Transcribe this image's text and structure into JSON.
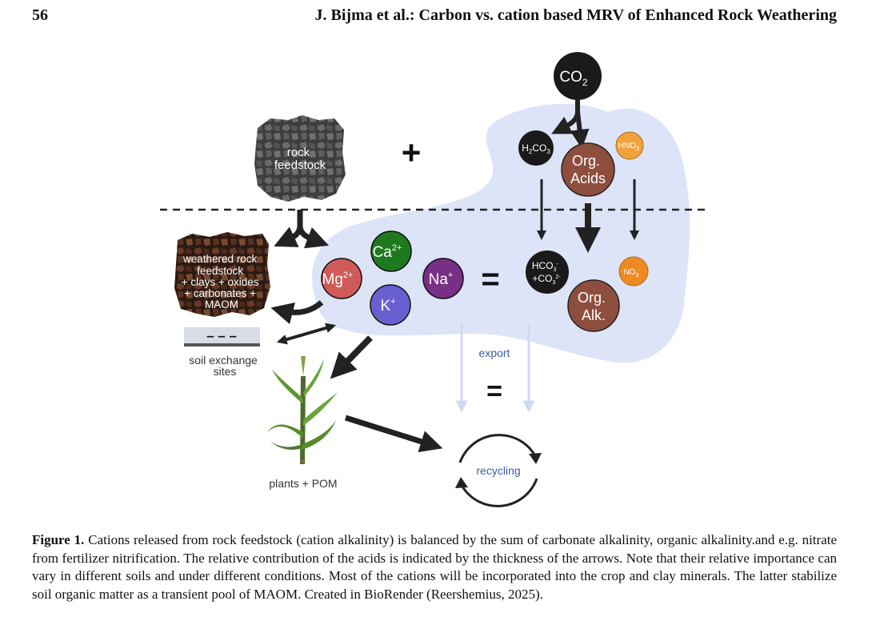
{
  "header": {
    "page_number": "56",
    "running_title": "J. Bijma et al.: Carbon vs. cation based MRV of Enhanced Rock Weathering"
  },
  "figure": {
    "co2": {
      "base": "CO",
      "sub": "2"
    },
    "rock_feedstock": [
      "rock",
      "feedstock"
    ],
    "plus_sign": "+",
    "weathered": [
      "weathered rock",
      "feedstock",
      "+ clays + oxides",
      "+ carbonates +",
      "MAOM"
    ],
    "soil_exchange": [
      "soil exchange",
      "sites"
    ],
    "exchange_charges": "–  –  –",
    "plants_label": "plants + POM",
    "h2co3": {
      "a": "H",
      "b": "2",
      "c": "CO",
      "d": "3"
    },
    "org_acids": [
      "Org.",
      "Acids"
    ],
    "hno3": {
      "a": "HNO",
      "b": "3"
    },
    "ca": {
      "base": "Ca",
      "sup": "2+"
    },
    "mg": {
      "base": "Mg",
      "sup": "2+"
    },
    "na": {
      "base": "Na",
      "sup": "+"
    },
    "k": {
      "base": "K",
      "sup": "+"
    },
    "equals_main": "=",
    "hco3": {
      "a": "HCO",
      "b": "3",
      "c": "-",
      "d": "+CO",
      "e": "3",
      "f": "2-"
    },
    "no3": {
      "a": "NO",
      "b": "3",
      "c": "-"
    },
    "org_alk": [
      "Org.",
      "Alk."
    ],
    "export_label": "export",
    "equals_lower": "=",
    "recycling_label": "recycling",
    "colors": {
      "blob": "#dde4f8",
      "ca": "#1f7a1f",
      "mg": "#cf5a5a",
      "na": "#7a2f86",
      "k": "#6a5fd1",
      "org": "#8e4e3e",
      "hno3": "#f0a23c",
      "no3": "#ee8a22",
      "label_blue": "#3a5da8"
    }
  },
  "caption": {
    "label": "Figure 1.",
    "text": "Cations released from rock feedstock (cation alkalinity) is balanced by the sum of carbonate alkalinity, organic alkalinity.and e.g. nitrate from fertilizer nitrification. The relative contribution of the acids is indicated by the thickness of the arrows. Note that their relative importance can vary in different soils and under different conditions. Most of the cations will be incorporated into the crop and clay minerals. The latter stabilize soil organic matter as a transient pool of MAOM. Created in BioRender (Reershemius, 2025)."
  }
}
